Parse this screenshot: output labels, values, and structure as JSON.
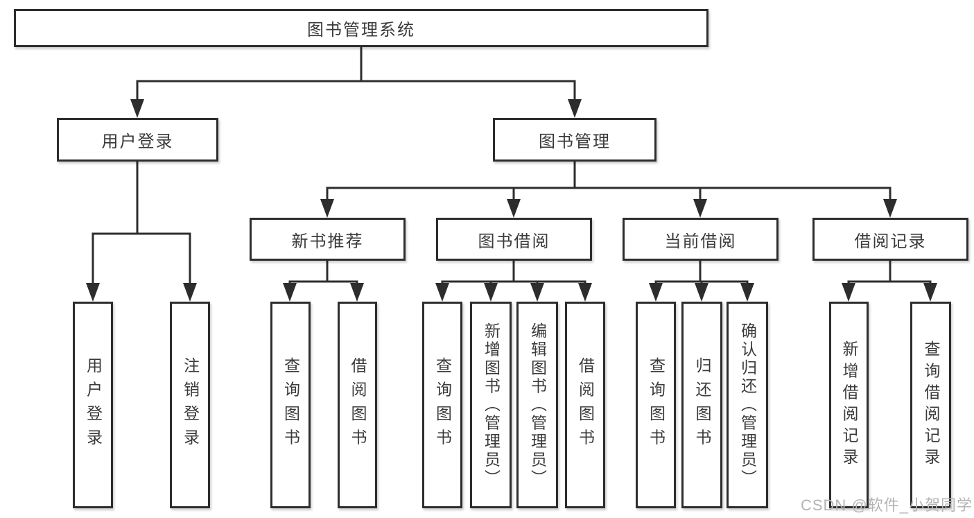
{
  "diagram": {
    "tree": {
      "root": {
        "label": "图书管理系统",
        "children": [
          {
            "label": "用户登录",
            "children": [
              {
                "label": "用户登录"
              },
              {
                "label": "注销登录"
              }
            ]
          },
          {
            "label": "图书管理",
            "children": [
              {
                "label": "新书推荐",
                "children": [
                  {
                    "label": "查询图书"
                  },
                  {
                    "label": "借阅图书"
                  }
                ]
              },
              {
                "label": "图书借阅",
                "children": [
                  {
                    "label": "查询图书"
                  },
                  {
                    "label": "新增图书（管理员）"
                  },
                  {
                    "label": "编辑图书（管理员）"
                  },
                  {
                    "label": "借阅图书"
                  }
                ]
              },
              {
                "label": "当前借阅",
                "children": [
                  {
                    "label": "查询图书"
                  },
                  {
                    "label": "归还图书"
                  },
                  {
                    "label": "确认归还（管理员）"
                  }
                ]
              },
              {
                "label": "借阅记录",
                "children": [
                  {
                    "label": "新增借阅记录"
                  },
                  {
                    "label": "查询借阅记录"
                  }
                ]
              }
            ]
          }
        ]
      }
    },
    "colors": {
      "line": "#2d2d2d",
      "box_border": "#2d2d2d",
      "text": "#3a3a3a",
      "background": "#ffffff",
      "watermark": "#b4b4b4"
    }
  },
  "watermark": {
    "text": "CSDN @软件_小贺同学"
  }
}
